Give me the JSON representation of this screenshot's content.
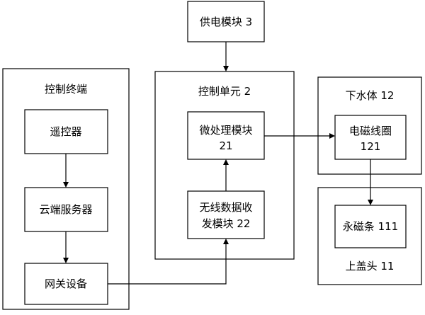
{
  "nodes": {
    "power_module": {
      "label": "供电模块 3"
    },
    "control_terminal": {
      "label": "控制终端"
    },
    "remote_controller": {
      "label": "遥控器"
    },
    "cloud_server": {
      "label": "云端服务器"
    },
    "gateway_device": {
      "label": "网关设备"
    },
    "control_unit": {
      "label": "控制单元 2"
    },
    "microprocessor_module": {
      "line1": "微处理模块",
      "line2": "21"
    },
    "wireless_transceiver_module": {
      "line1": "无线数据收",
      "line2": "发模块 22"
    },
    "lower_body": {
      "label": "下水体 12"
    },
    "electromagnetic_coil": {
      "line1": "电磁线圈",
      "line2": "121"
    },
    "upper_cover_head": {
      "label": "上盖头 11"
    },
    "permanent_magnet_strip": {
      "label": "永磁条 111"
    }
  },
  "edges": [
    {
      "from": "power_module",
      "to": "control_unit"
    },
    {
      "from": "remote_controller",
      "to": "cloud_server"
    },
    {
      "from": "cloud_server",
      "to": "gateway_device"
    },
    {
      "from": "gateway_device",
      "to": "wireless_transceiver_module"
    },
    {
      "from": "wireless_transceiver_module",
      "to": "microprocessor_module"
    },
    {
      "from": "microprocessor_module",
      "to": "electromagnetic_coil"
    },
    {
      "from": "electromagnetic_coil",
      "to": "permanent_magnet_strip"
    }
  ]
}
